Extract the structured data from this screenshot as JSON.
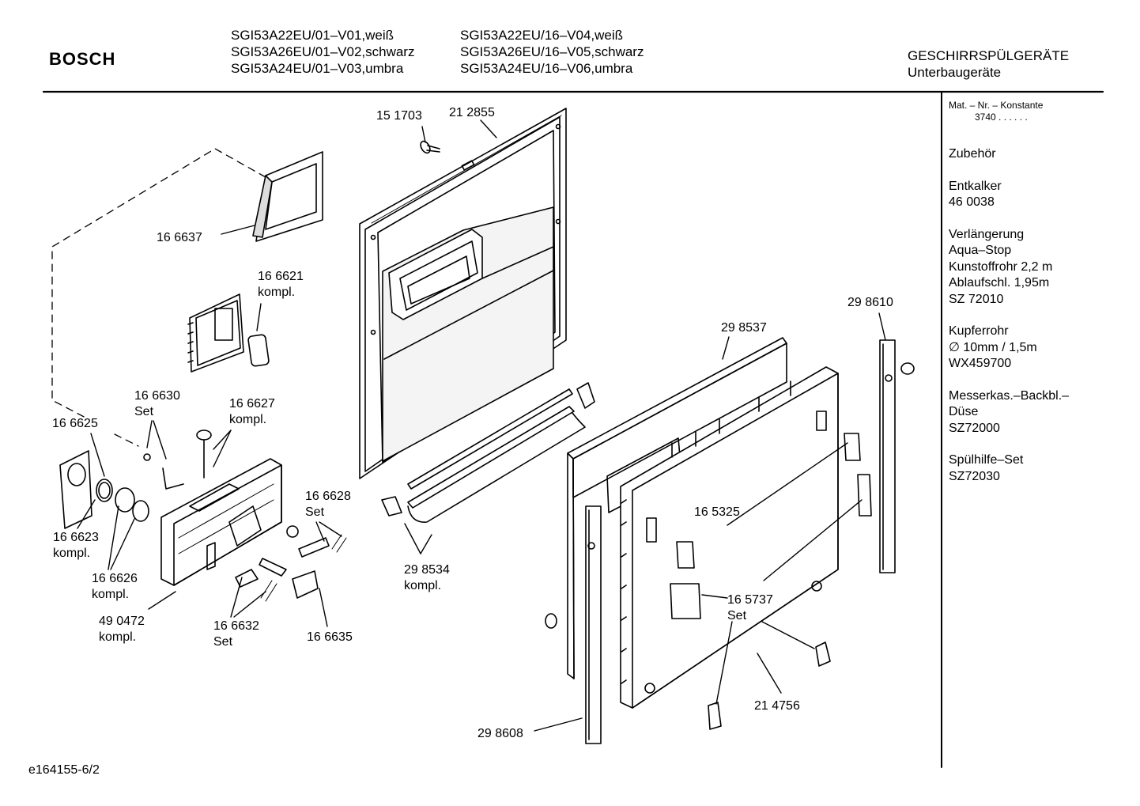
{
  "header": {
    "brand": "BOSCH",
    "models_left": [
      "SGI53A22EU/01–V01,weiß",
      "SGI53A26EU/01–V02,schwarz",
      "SGI53A24EU/01–V03,umbra"
    ],
    "models_right": [
      "SGI53A22EU/16–V04,weiß",
      "SGI53A26EU/16–V05,schwarz",
      "SGI53A24EU/16–V06,umbra"
    ],
    "category": "GESCHIRRSPÜLGERÄTE",
    "subcategory": "Unterbaugeräte"
  },
  "sidebar": {
    "mat_label": "Mat. – Nr. – Konstante",
    "mat_value": "3740  .  .   .  .  .  .",
    "groups": [
      [
        "Zubehör"
      ],
      [
        "Entkalker",
        "46 0038"
      ],
      [
        "Verlängerung",
        "Aqua–Stop",
        "Kunstoffrohr 2,2 m",
        "Ablaufschl. 1,95m",
        "SZ 72010"
      ],
      [
        "Kupferrohr",
        "∅ 10mm / 1,5m",
        "WX459700"
      ],
      [
        "Messerkas.–Backbl.–",
        "Düse",
        "SZ72000"
      ],
      [
        "Spülhilfe–Set",
        "SZ72030"
      ]
    ]
  },
  "parts": {
    "p151703": [
      "15 1703"
    ],
    "p212855": [
      "21 2855"
    ],
    "p166637": [
      "16 6637"
    ],
    "p166621": [
      "16 6621",
      "kompl."
    ],
    "p166630": [
      "16 6630",
      "Set"
    ],
    "p166627": [
      "16 6627",
      "kompl."
    ],
    "p166625": [
      "16 6625"
    ],
    "p166628": [
      "16 6628",
      "Set"
    ],
    "p166623": [
      "16 6623",
      "kompl."
    ],
    "p166626": [
      "16 6626",
      "kompl."
    ],
    "p490472": [
      "49 0472",
      "kompl."
    ],
    "p166632": [
      "16 6632",
      "Set"
    ],
    "p166635": [
      "16 6635"
    ],
    "p298534": [
      "29 8534",
      "kompl."
    ],
    "p298537": [
      "29 8537"
    ],
    "p298610": [
      "29 8610"
    ],
    "p165325": [
      "16 5325"
    ],
    "p165737": [
      "16 5737",
      "Set"
    ],
    "p214756": [
      "21 4756"
    ],
    "p298608": [
      "29 8608"
    ]
  },
  "footer": {
    "drawing_id": "e164155-6/2"
  }
}
